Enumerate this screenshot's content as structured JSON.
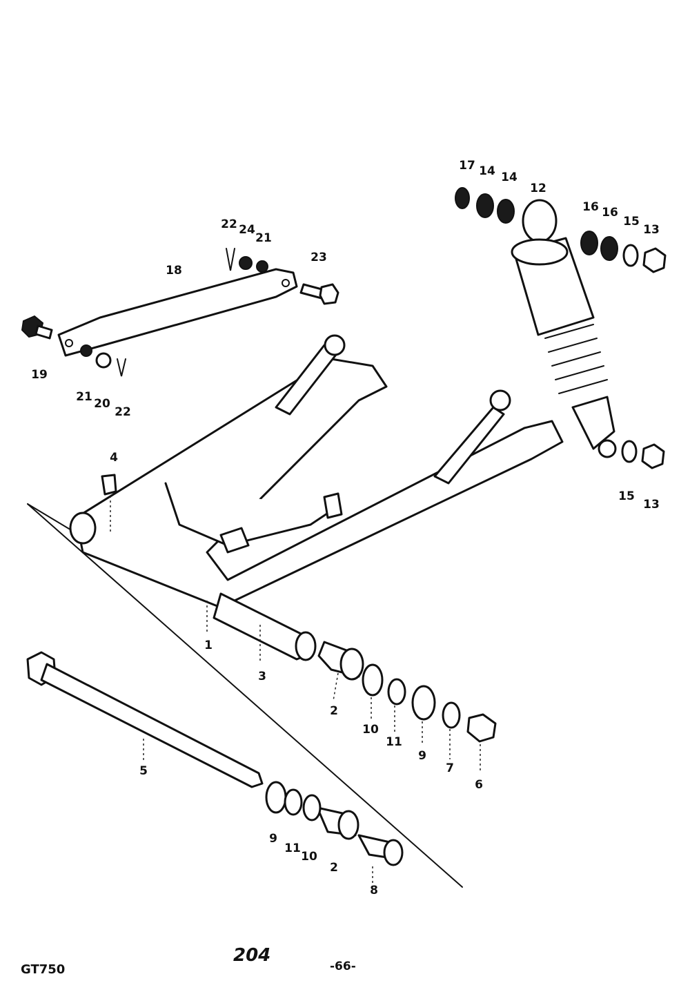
{
  "diagram": {
    "callouts": [
      "1",
      "2",
      "3",
      "4",
      "5",
      "6",
      "7",
      "8",
      "9",
      "10",
      "11",
      "12",
      "13",
      "14",
      "15",
      "16",
      "17",
      "18",
      "19",
      "20",
      "21",
      "22",
      "23",
      "24"
    ],
    "extra_callouts": {
      "c2b": "2",
      "c9b": "9",
      "c10b": "10",
      "c11b": "11",
      "c13b": "13",
      "c14b": "14",
      "c15b": "15",
      "c16b": "16",
      "c21b": "21",
      "c22b": "22"
    }
  },
  "footer": {
    "model": "GT750",
    "figure_number": "204",
    "page_number": "-66-"
  }
}
